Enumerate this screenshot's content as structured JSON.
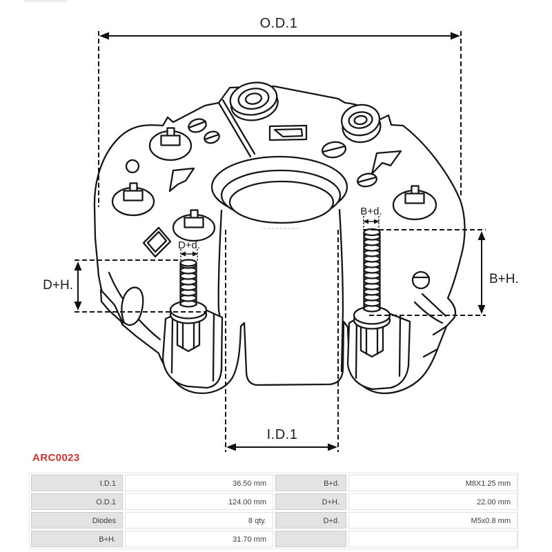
{
  "product_code": {
    "text": "ARC0023"
  },
  "diagram": {
    "labels": {
      "od1": "O.D.1",
      "id1": "I.D.1",
      "dh": "D+H.",
      "bh": "B+H.",
      "dd": "D+d.",
      "bd": "B+d."
    }
  },
  "colors": {
    "accent_red": "#c23335",
    "line": "#161616",
    "table_label_bg": "#e3e3e3"
  },
  "spec_table": {
    "rows": [
      {
        "label1": "I.D.1",
        "value1": "36.50 mm",
        "label2": "B+d.",
        "value2": "M8X1.25 mm"
      },
      {
        "label1": "O.D.1",
        "value1": "124.00 mm",
        "label2": "D+H.",
        "value2": "22.00 mm"
      },
      {
        "label1": "Diodes",
        "value1": "8 qty.",
        "label2": "D+d.",
        "value2": "M5x0.8 mm"
      },
      {
        "label1": "B+H.",
        "value1": "31.70 mm",
        "label2": "",
        "value2": ""
      }
    ]
  }
}
